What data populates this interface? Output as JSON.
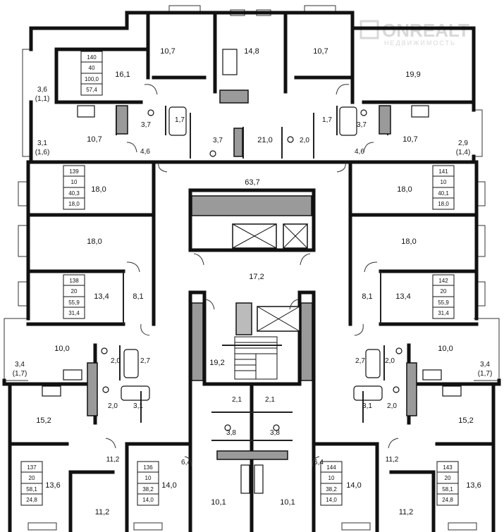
{
  "watermark": {
    "brand": "ONREALT",
    "subtitle": "НЕДВИЖИМОСТЬ"
  },
  "apartments": [
    {
      "number": "140",
      "rooms": "40",
      "total": "100,0",
      "living": "57,4"
    },
    {
      "number": "139",
      "rooms": "10",
      "total": "40,3",
      "living": "18,0"
    },
    {
      "number": "141",
      "rooms": "10",
      "total": "40,1",
      "living": "18,0"
    },
    {
      "number": "138",
      "rooms": "20",
      "total": "55,9",
      "living": "31,4"
    },
    {
      "number": "142",
      "rooms": "20",
      "total": "55,9",
      "living": "31,4"
    },
    {
      "number": "137",
      "rooms": "20",
      "total": "58,1",
      "living": "24,8"
    },
    {
      "number": "136",
      "rooms": "10",
      "total": "38,2",
      "living": "14,0"
    },
    {
      "number": "144",
      "rooms": "10",
      "total": "38,2",
      "living": "14,0"
    },
    {
      "number": "143",
      "rooms": "20",
      "total": "58,1",
      "living": "24,8"
    }
  ],
  "room_areas": [
    "10,7",
    "14,8",
    "10,7",
    "3,6",
    "(1,1)",
    "16,1",
    "19,9",
    "10,7",
    "3,7",
    "1,7",
    "3,7",
    "21,0",
    "2,0",
    "1,7",
    "3,7",
    "10,7",
    "3,1",
    "(1,6)",
    "2,9",
    "(1,4)",
    "4,6",
    "4,6",
    "63,7",
    "18,0",
    "18,0",
    "18,0",
    "18,0",
    "17,2",
    "13,4",
    "8,1",
    "8,1",
    "13,4",
    "10,0",
    "10,0",
    "3,4",
    "(1,7)",
    "3,4",
    "(1,7)",
    "2,0",
    "2,7",
    "19,2",
    "2,7",
    "2,0",
    "2,1",
    "2,1",
    "15,2",
    "15,2",
    "2,0",
    "3,1",
    "3,1",
    "2,0",
    "3,8",
    "3,8",
    "11,2",
    "11,2",
    "6,4",
    "6,4",
    "13,6",
    "14,0",
    "10,1",
    "10,1",
    "14,0",
    "13,6",
    "11,2",
    "11,2"
  ]
}
